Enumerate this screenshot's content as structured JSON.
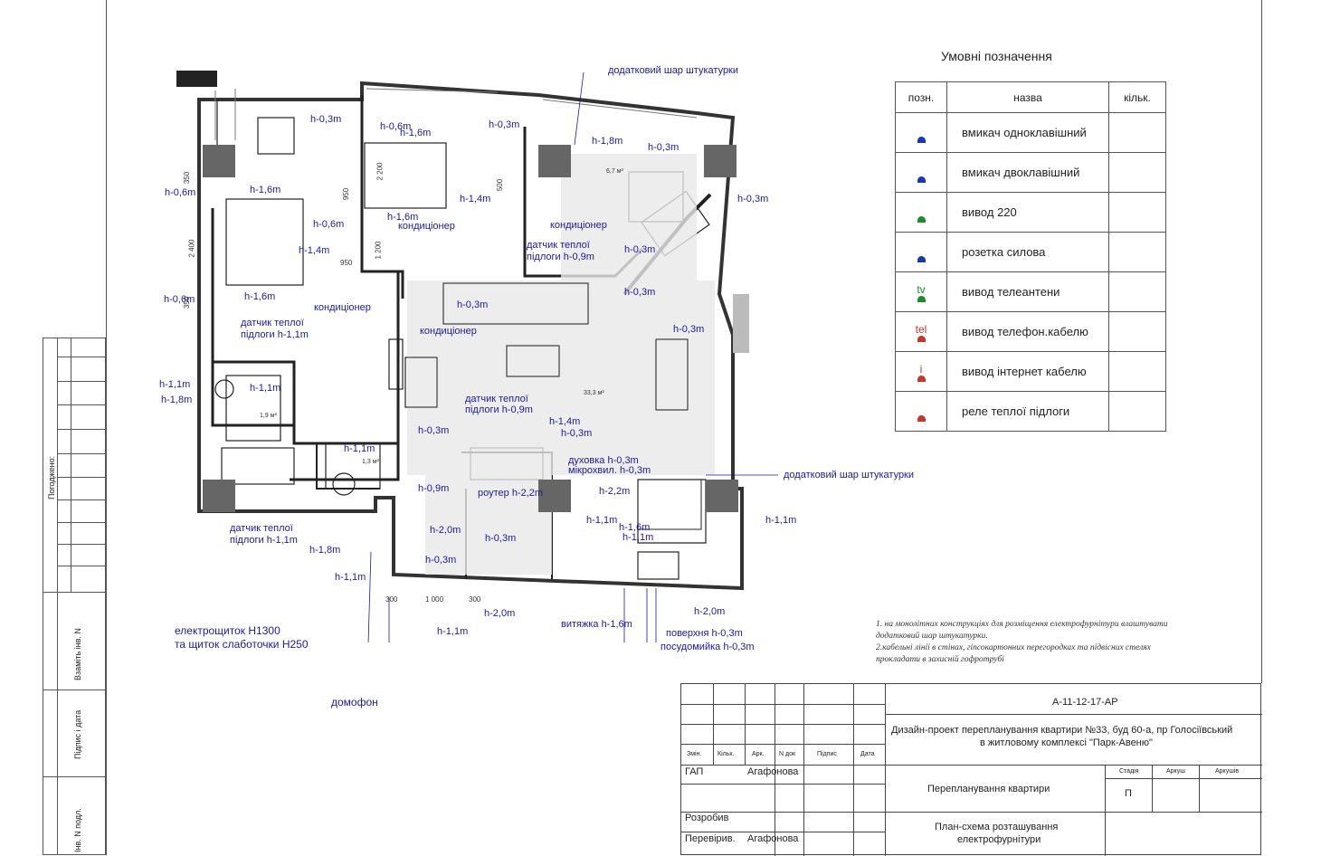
{
  "legend": {
    "title": "Умовні позначення",
    "headers": {
      "code": "позн.",
      "name": "назва",
      "qty": "кільк."
    },
    "items": [
      {
        "symbol": "",
        "name": "вмикач одноклавішний",
        "color": "#1a3aa8",
        "icon": "switch-single-icon"
      },
      {
        "symbol": "",
        "name": "вмикач двоклавішний",
        "color": "#1a3aa8",
        "icon": "switch-double-icon"
      },
      {
        "symbol": "",
        "name": "вивод 220",
        "color": "#1f8a2e",
        "icon": "outlet-220-icon"
      },
      {
        "symbol": "",
        "name": "розетка силова",
        "color": "#1a3aa8",
        "icon": "power-socket-icon"
      },
      {
        "symbol": "tv",
        "name": "вивод телеантени",
        "color": "#1f8a2e",
        "icon": "tv-outlet-icon"
      },
      {
        "symbol": "tel",
        "name": "вивод телефон.кабелю",
        "color": "#c0392b",
        "icon": "phone-outlet-icon"
      },
      {
        "symbol": "i",
        "name": "вивод інтернет кабелю",
        "color": "#c0392b",
        "icon": "internet-outlet-icon"
      },
      {
        "symbol": "",
        "name": "реле теплої підлоги",
        "color": "#c0392b",
        "icon": "floor-heating-relay-icon"
      }
    ]
  },
  "plan": {
    "labels": [
      {
        "text": "додатковий шар штукатурки",
        "x": 0,
        "cls": "lbl"
      },
      {
        "text": "h-0,3m"
      },
      {
        "text": "h-0,6m"
      },
      {
        "text": "h-1,6m"
      },
      {
        "text": "h-0,3m"
      },
      {
        "text": "h-1,8m"
      },
      {
        "text": "h-0,3m"
      },
      {
        "text": "6,7 м²"
      },
      {
        "text": "h-0,3m"
      },
      {
        "text": "h-0,6m"
      },
      {
        "text": "h-1,6m"
      },
      {
        "text": "h-1,4m"
      },
      {
        "text": "h-1,6m"
      },
      {
        "text": "h-0,6m"
      },
      {
        "text": "кондиціонер"
      },
      {
        "text": "кондиціонер"
      },
      {
        "text": "h-1,4m"
      },
      {
        "text": "датчик теплої"
      },
      {
        "text": "підлоги h-0,9m"
      },
      {
        "text": "h-0,3m"
      },
      {
        "text": "h-0,6m"
      },
      {
        "text": "h-1,6m"
      },
      {
        "text": "h-0,3m"
      },
      {
        "text": "h-0,3m"
      },
      {
        "text": "кондиціонер"
      },
      {
        "text": "датчик теплої"
      },
      {
        "text": "підлоги h-1,1m"
      },
      {
        "text": "кондиціонер"
      },
      {
        "text": "h-0,3m"
      },
      {
        "text": "h-1,1m"
      },
      {
        "text": "h-1,8m"
      },
      {
        "text": "h-1,1m"
      },
      {
        "text": "1,9 м²"
      },
      {
        "text": "33,3 м²"
      },
      {
        "text": "датчик теплої"
      },
      {
        "text": "підлоги h-0,9m"
      },
      {
        "text": "h-1,4m"
      },
      {
        "text": "h-0,3m"
      },
      {
        "text": "h-0,3m"
      },
      {
        "text": "h-1,1m"
      },
      {
        "text": "1,3 м²"
      },
      {
        "text": "духовка h-0,3m"
      },
      {
        "text": "мікрохвил. h-0,3m"
      },
      {
        "text": "додатковий шар штукатурки"
      },
      {
        "text": "h-0,9m"
      },
      {
        "text": "роутер h-2,2m"
      },
      {
        "text": "h-2,2m"
      },
      {
        "text": "h-1,1m"
      },
      {
        "text": "датчик теплої"
      },
      {
        "text": "підлоги h-1,1m"
      },
      {
        "text": "h-2,0m"
      },
      {
        "text": "h-0,3m"
      },
      {
        "text": "h-1,1m"
      },
      {
        "text": "h-1,6m"
      },
      {
        "text": "h-1,1m"
      },
      {
        "text": "h-1,8m"
      },
      {
        "text": "h-0,3m"
      },
      {
        "text": "h-1,1m"
      },
      {
        "text": "h-2,0m"
      },
      {
        "text": "h-1,1m"
      },
      {
        "text": "h-2,0m"
      },
      {
        "text": "електрощиток Н1300"
      },
      {
        "text": "та щиток слаботочки Н250"
      },
      {
        "text": "витяжка h-1,6m"
      },
      {
        "text": "поверхня h-0,3m"
      },
      {
        "text": "посудомийка h-0,3m"
      },
      {
        "text": "домофон"
      }
    ],
    "dims": [
      "350",
      "2 400",
      "350",
      "950",
      "1 200",
      "2 200",
      "950",
      "500",
      "300",
      "1 000",
      "300"
    ]
  },
  "notes": [
    "1. на монолітних конструкціях для розміщення електрофурнітури влаштувати",
    "додатковий шар штукатурки.",
    "2.кабельні лінії в стінах, гіпсокартонних перегородках та підвісних стелях",
    "прокладати в захисній гофротрубі"
  ],
  "stamp": {
    "agreed": "Погоджено:",
    "inv": "Взаміть інв. N",
    "sign_date": "Підпис і дата",
    "inv_orig": "Інв. N подл."
  },
  "title_block": {
    "code": "А-11-12-17-АР",
    "project_line1": "Дизайн-проект перепланування квартири №33, буд 60-а, пр Голосіївський",
    "project_line2": "в житловому комплексі \"Парк-Авеню\"",
    "cols": [
      "Змін.",
      "Кільк.",
      "Арк.",
      "N док",
      "Підпис",
      "Дата"
    ],
    "gap": "ГАП",
    "gap_name": "Агафонова",
    "developed": "Розробив",
    "checked": "Перевірив.",
    "checked_name": "Агафонова",
    "sheet_title": "Перепланування квартири",
    "stage_h": "Стадія",
    "sheet_h": "Аркуш",
    "sheets_h": "Аркушів",
    "stage": "П",
    "drawing_line1": "План-схема  розташування",
    "drawing_line2": "електрофурнітури"
  }
}
